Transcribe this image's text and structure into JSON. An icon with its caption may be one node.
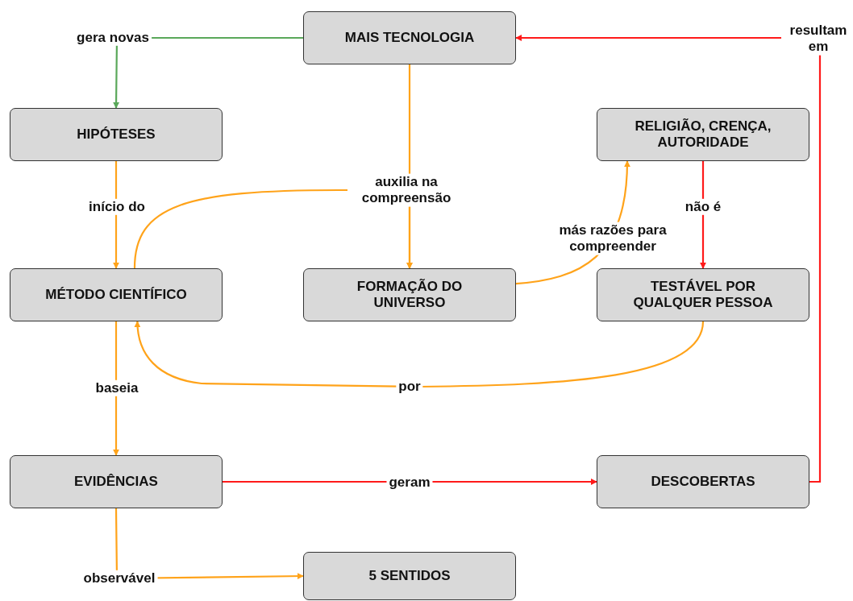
{
  "diagram": {
    "nodes": [
      {
        "text": [
          "MAIS TECNOLOGIA"
        ]
      },
      {
        "text": [
          "HIPÓTESES"
        ]
      },
      {
        "text": [
          "RELIGIÃO, CRENÇA, AUTORIDADE"
        ]
      },
      {
        "text": [
          "MÉTODO CIENTÍFICO"
        ]
      },
      {
        "text": [
          "FORMAÇÃO DO UNIVERSO"
        ]
      },
      {
        "text": [
          "TESTÁVEL POR QUALQUER PESSOA"
        ]
      },
      {
        "text": [
          "EVIDÊNCIAS"
        ]
      },
      {
        "text": [
          "DESCOBERTAS"
        ]
      },
      {
        "text": [
          "5 SENTIDOS"
        ]
      }
    ],
    "edges": [
      {
        "from": 0,
        "to": 1,
        "arrow": "to",
        "label": "gera novas",
        "color": "#5aa85a"
      },
      {
        "from": 1,
        "to": 3,
        "arrow": "to",
        "label": "início do"
      },
      {
        "from": 0,
        "to": 4,
        "arrow": "to",
        "label": "auxilia na compreensão"
      },
      {
        "from": 3,
        "to": 4,
        "arrow": "to"
      },
      {
        "from": 4,
        "to": 2,
        "arrow": "to",
        "label": "más razões para compreender"
      },
      {
        "from": 2,
        "to": 5,
        "arrow": "to",
        "label": "não é",
        "color": "#ff1a1a"
      },
      {
        "from": 5,
        "to": 3,
        "arrow": "to",
        "label": "por"
      },
      {
        "from": 3,
        "to": 6,
        "arrow": "to",
        "label": "baseia"
      },
      {
        "from": 6,
        "to": 7,
        "arrow": "to",
        "label": "geram",
        "color": "#ff1a1a"
      },
      {
        "from": 7,
        "to": 0,
        "arrow": "to",
        "label": "resultam em",
        "color": "#ff1a1a"
      },
      {
        "from": 6,
        "to": 8,
        "arrow": "to",
        "label": "observável"
      }
    ]
  }
}
